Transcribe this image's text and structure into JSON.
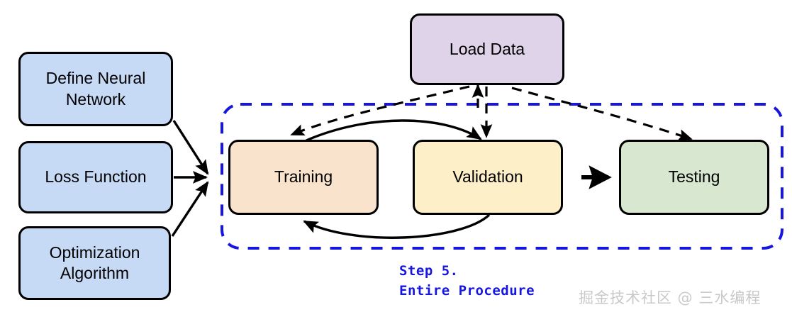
{
  "diagram": {
    "title": "Step 5. Entire Procedure",
    "caption": "Step 5.\nEntire Procedure",
    "watermark": "掘金技术社区 @ 三水编程",
    "colors": {
      "input_box_fill": "#C6D9F5",
      "load_data_fill": "#DED3E8",
      "training_fill": "#FAE3CC",
      "validation_fill": "#FDEFC8",
      "testing_fill": "#D8E8D0",
      "node_stroke": "#000000",
      "group_border": "#1616E0",
      "caption_color": "#1616E0",
      "watermark_color": "#C9C9C9",
      "arrow_solid": "#000000",
      "arrow_dashed": "#000000"
    },
    "inputs": [
      {
        "id": "define-neural-network",
        "label": "Define Neural\nNetwork"
      },
      {
        "id": "loss-function",
        "label": "Loss Function"
      },
      {
        "id": "optimization-algorithm",
        "label": "Optimization\nAlgorithm"
      }
    ],
    "load_data": {
      "id": "load-data",
      "label": "Load Data"
    },
    "procedure_nodes": [
      {
        "id": "training",
        "label": "Training"
      },
      {
        "id": "validation",
        "label": "Validation"
      },
      {
        "id": "testing",
        "label": "Testing"
      }
    ],
    "edges": [
      {
        "from": "define-neural-network",
        "to": "procedure-group",
        "style": "solid"
      },
      {
        "from": "loss-function",
        "to": "procedure-group",
        "style": "solid"
      },
      {
        "from": "optimization-algorithm",
        "to": "procedure-group",
        "style": "solid"
      },
      {
        "from": "load-data",
        "to": "training",
        "style": "dashed"
      },
      {
        "from": "load-data",
        "to": "validation",
        "style": "dashed"
      },
      {
        "from": "load-data",
        "to": "testing",
        "style": "dashed"
      },
      {
        "from": "validation",
        "to": "load-data",
        "style": "dashed"
      },
      {
        "from": "training",
        "to": "validation",
        "style": "solid-curve-top"
      },
      {
        "from": "validation",
        "to": "training",
        "style": "solid-curve-bottom"
      },
      {
        "from": "validation",
        "to": "testing",
        "style": "solid-short"
      }
    ]
  }
}
